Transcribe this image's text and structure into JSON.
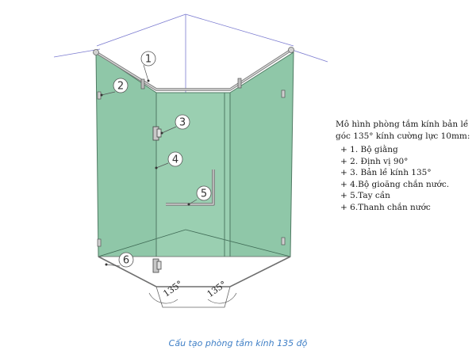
{
  "diagram": {
    "callouts": [
      "1",
      "2",
      "3",
      "4",
      "5",
      "6"
    ],
    "angles": [
      "135°",
      "135°"
    ]
  },
  "spec": {
    "title": "Mô hình phòng tắm kính bản lề góc 135° kính cường lực 10mm:",
    "items": [
      "+ 1. Bộ giằng",
      "+ 2. Định vị 90°",
      "+ 3. Bản lề kính 135°",
      "+ 4.Bộ gioăng chắn nước.",
      "+ 5.Tay cần",
      "+ 6.Thanh chắn nước"
    ]
  },
  "caption": "Cấu tạo phòng tắm kính 135 độ",
  "colors": {
    "glass": "#8fc7a8",
    "glass_front": "#9acfb1",
    "glass_edge": "#4f7a63",
    "frame_line": "#6a6ab8",
    "caption": "#3f7fc6"
  }
}
